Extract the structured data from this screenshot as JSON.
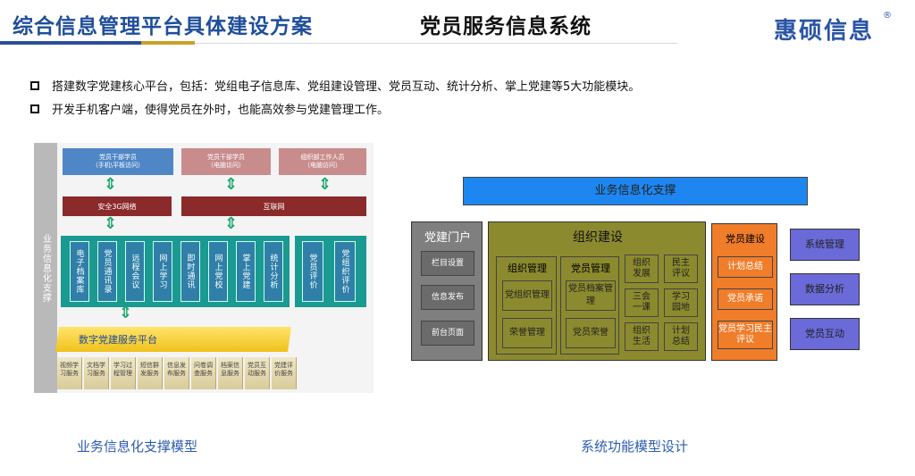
{
  "header": {
    "title": "综合信息管理平台具体建设方案",
    "subtitle": "党员服务信息系统",
    "logo": "惠硕信息",
    "logo_mark": "®"
  },
  "bullets": [
    "搭建数字党建核心平台，包括：党组电子信息库、党组建设管理、党员互动、统计分析、掌上党建等5大功能模块。",
    "开发手机客户端，使得党员在外时，也能高效参与党建管理工作。"
  ],
  "left_diagram": {
    "side_label": "业务信息化支撑",
    "top_boxes": [
      {
        "line1": "党员干部学员",
        "line2": "（手机\\平板访问）",
        "color": "#4f86c6"
      },
      {
        "line1": "党员干部学员",
        "line2": "（电脑访问）",
        "color": "#c98c8c"
      },
      {
        "line1": "组织部工作人员",
        "line2": "（电脑访问）",
        "color": "#c98c8c"
      }
    ],
    "networks": [
      "安全3G网络",
      "互联网"
    ],
    "modules": [
      "电子档案库",
      "党员通讯录",
      "远程会议",
      "网上学习",
      "即时通讯",
      "网上党校",
      "掌上党建",
      "统计分析"
    ],
    "side_modules": [
      "党员评价",
      "党组织评价"
    ],
    "platform": "数字党建服务平台",
    "services": [
      "视频学习服务",
      "文档学习服务",
      "学习过程管理",
      "短信群发服务",
      "信息发布服务",
      "问卷调查服务",
      "档案信息服务",
      "党员互动服务",
      "党建评价服务"
    ],
    "caption": "业务信息化支撑模型"
  },
  "right_diagram": {
    "top_bar": "业务信息化支撑",
    "portal": {
      "title": "党建门户",
      "items": [
        "栏目设置",
        "信息发布",
        "前台页面"
      ]
    },
    "org": {
      "title": "组织建设",
      "group1": {
        "title": "组织管理",
        "items": [
          "党组织管理",
          "荣誉管理"
        ]
      },
      "group2": {
        "title": "党员管理",
        "items": [
          "党员档案管理",
          "党员荣誉"
        ]
      },
      "grid": [
        "组织发展",
        "民主评议",
        "三会一课",
        "学习园地",
        "组织生活",
        "计划总结"
      ]
    },
    "party": {
      "title": "党员建设",
      "items": [
        "计划总结",
        "党员承诺",
        "党员学习民主评议"
      ]
    },
    "right": [
      "系统管理",
      "数据分析",
      "党员互动"
    ],
    "caption": "系统功能模型设计"
  },
  "colors": {
    "accent": "#2b4f9c",
    "gold": "#c9a227",
    "olive": "#8c8a2e",
    "orange": "#f07d2a",
    "blue_bar": "#1e86f0",
    "purple": "#6a6ad8"
  }
}
